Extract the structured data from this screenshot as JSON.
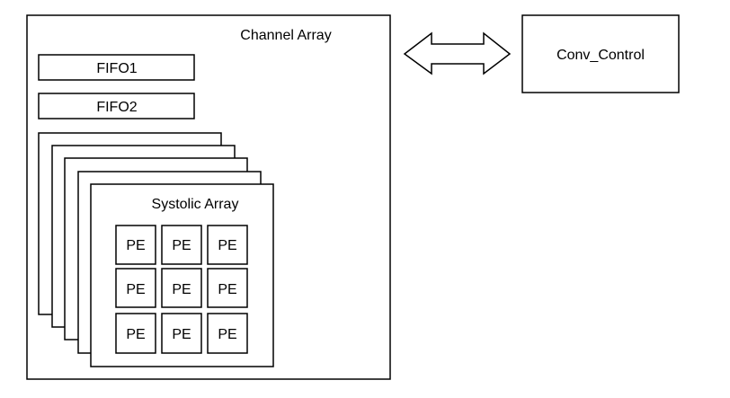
{
  "channel_array": {
    "title": "Channel Array"
  },
  "fifos": [
    {
      "label": "FIFO1"
    },
    {
      "label": "FIFO2"
    }
  ],
  "systolic_array": {
    "title": "Systolic Array",
    "layer_count": 5,
    "pe_rows": [
      [
        "PE",
        "PE",
        "PE"
      ],
      [
        "PE",
        "PE",
        "PE"
      ],
      [
        "PE",
        "PE",
        "PE"
      ]
    ]
  },
  "conv_control": {
    "label": "Conv_Control"
  },
  "connection": {
    "type": "bidirectional-arrow"
  }
}
